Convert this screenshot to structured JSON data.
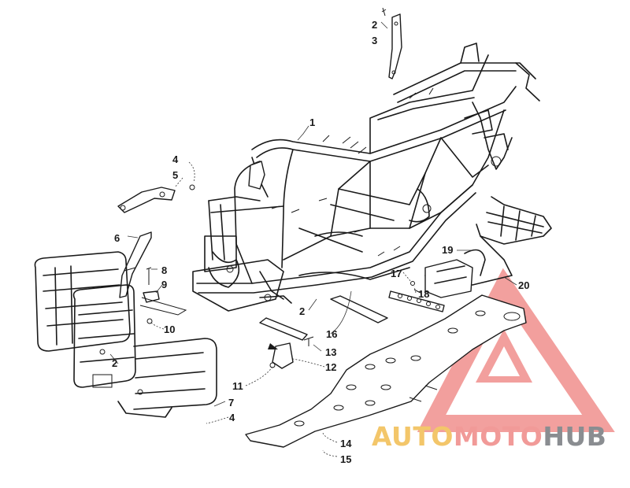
{
  "diagram": {
    "callouts": {
      "c1": "1",
      "c2_top": "2",
      "c3": "3",
      "c4_upper": "4",
      "c5": "5",
      "c6": "6",
      "c8": "8",
      "c9": "9",
      "c10": "10",
      "c2_left": "2",
      "c2_mid": "2",
      "c7": "7",
      "c4_lower": "4",
      "c11": "11",
      "c12": "12",
      "c13": "13",
      "c16": "16",
      "c17": "17",
      "c18": "18",
      "c19": "19",
      "c20": "20",
      "c14": "14",
      "c15": "15"
    }
  },
  "watermark": {
    "part1": "AUTO",
    "part2": "MOTO",
    "part3": "HUB",
    "colors": {
      "auto": "#f3c66a",
      "moto": "#f19a98",
      "hub": "#8a8d91",
      "logo_triangle": "#f08f8d"
    }
  }
}
